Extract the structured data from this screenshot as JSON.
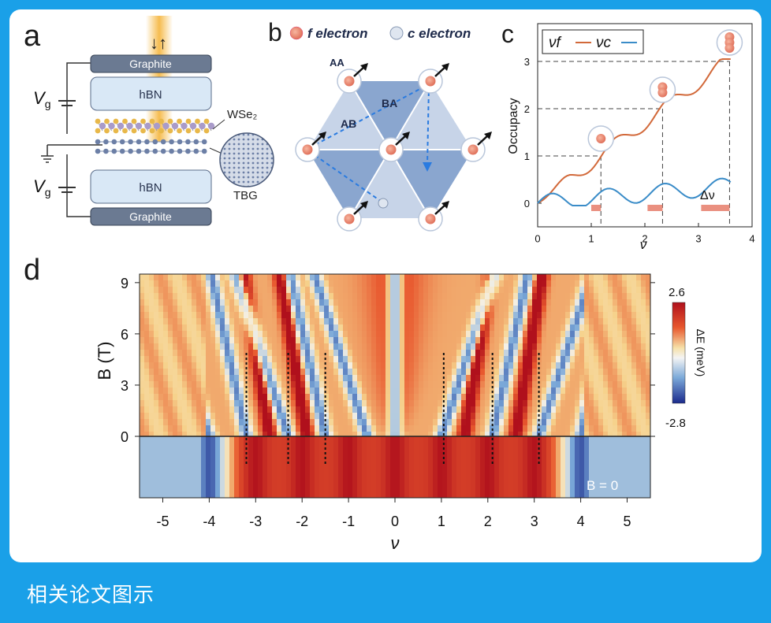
{
  "caption": "相关论文图示",
  "panel_a": {
    "label": "a",
    "graphite_top": "Graphite",
    "hbn_top": "hBN",
    "wse2": "WSe₂",
    "tbg": "TBG",
    "hbn_bottom": "hBN",
    "graphite_bottom": "Graphite",
    "vg_top": "V",
    "vg_top_sub": "g",
    "vg_bottom": "V",
    "vg_bottom_sub": "g",
    "light_symbol": "↓↑"
  },
  "panel_b": {
    "label": "b",
    "legend_f": "f electron",
    "legend_c": "c electron",
    "region_aa": "AA",
    "region_ab": "AB",
    "region_ba": "BA"
  },
  "panel_c": {
    "label": "c",
    "legend_vf": "νf",
    "legend_vc": "νc",
    "ylabel": "Occupacy",
    "xlabel": "ν",
    "delta_label": "Δν",
    "x_ticks": [
      "0",
      "1",
      "2",
      "3",
      "4"
    ],
    "y_ticks": [
      "0",
      "1",
      "2",
      "3"
    ],
    "colors": {
      "vf": "#d2693a",
      "vc": "#3a8cc8"
    }
  },
  "panel_d": {
    "label": "d",
    "ylabel": "B (T)",
    "xlabel": "ν",
    "x_ticks": [
      "-5",
      "-4",
      "-3",
      "-2",
      "-1",
      "0",
      "1",
      "2",
      "3",
      "4",
      "5"
    ],
    "y_ticks": [
      "9",
      "6",
      "3",
      "0"
    ],
    "colorbar_label": "ΔE (meV)",
    "colorbar_max": "2.6",
    "colorbar_min": "-2.8",
    "b0_label": "B = 0"
  }
}
